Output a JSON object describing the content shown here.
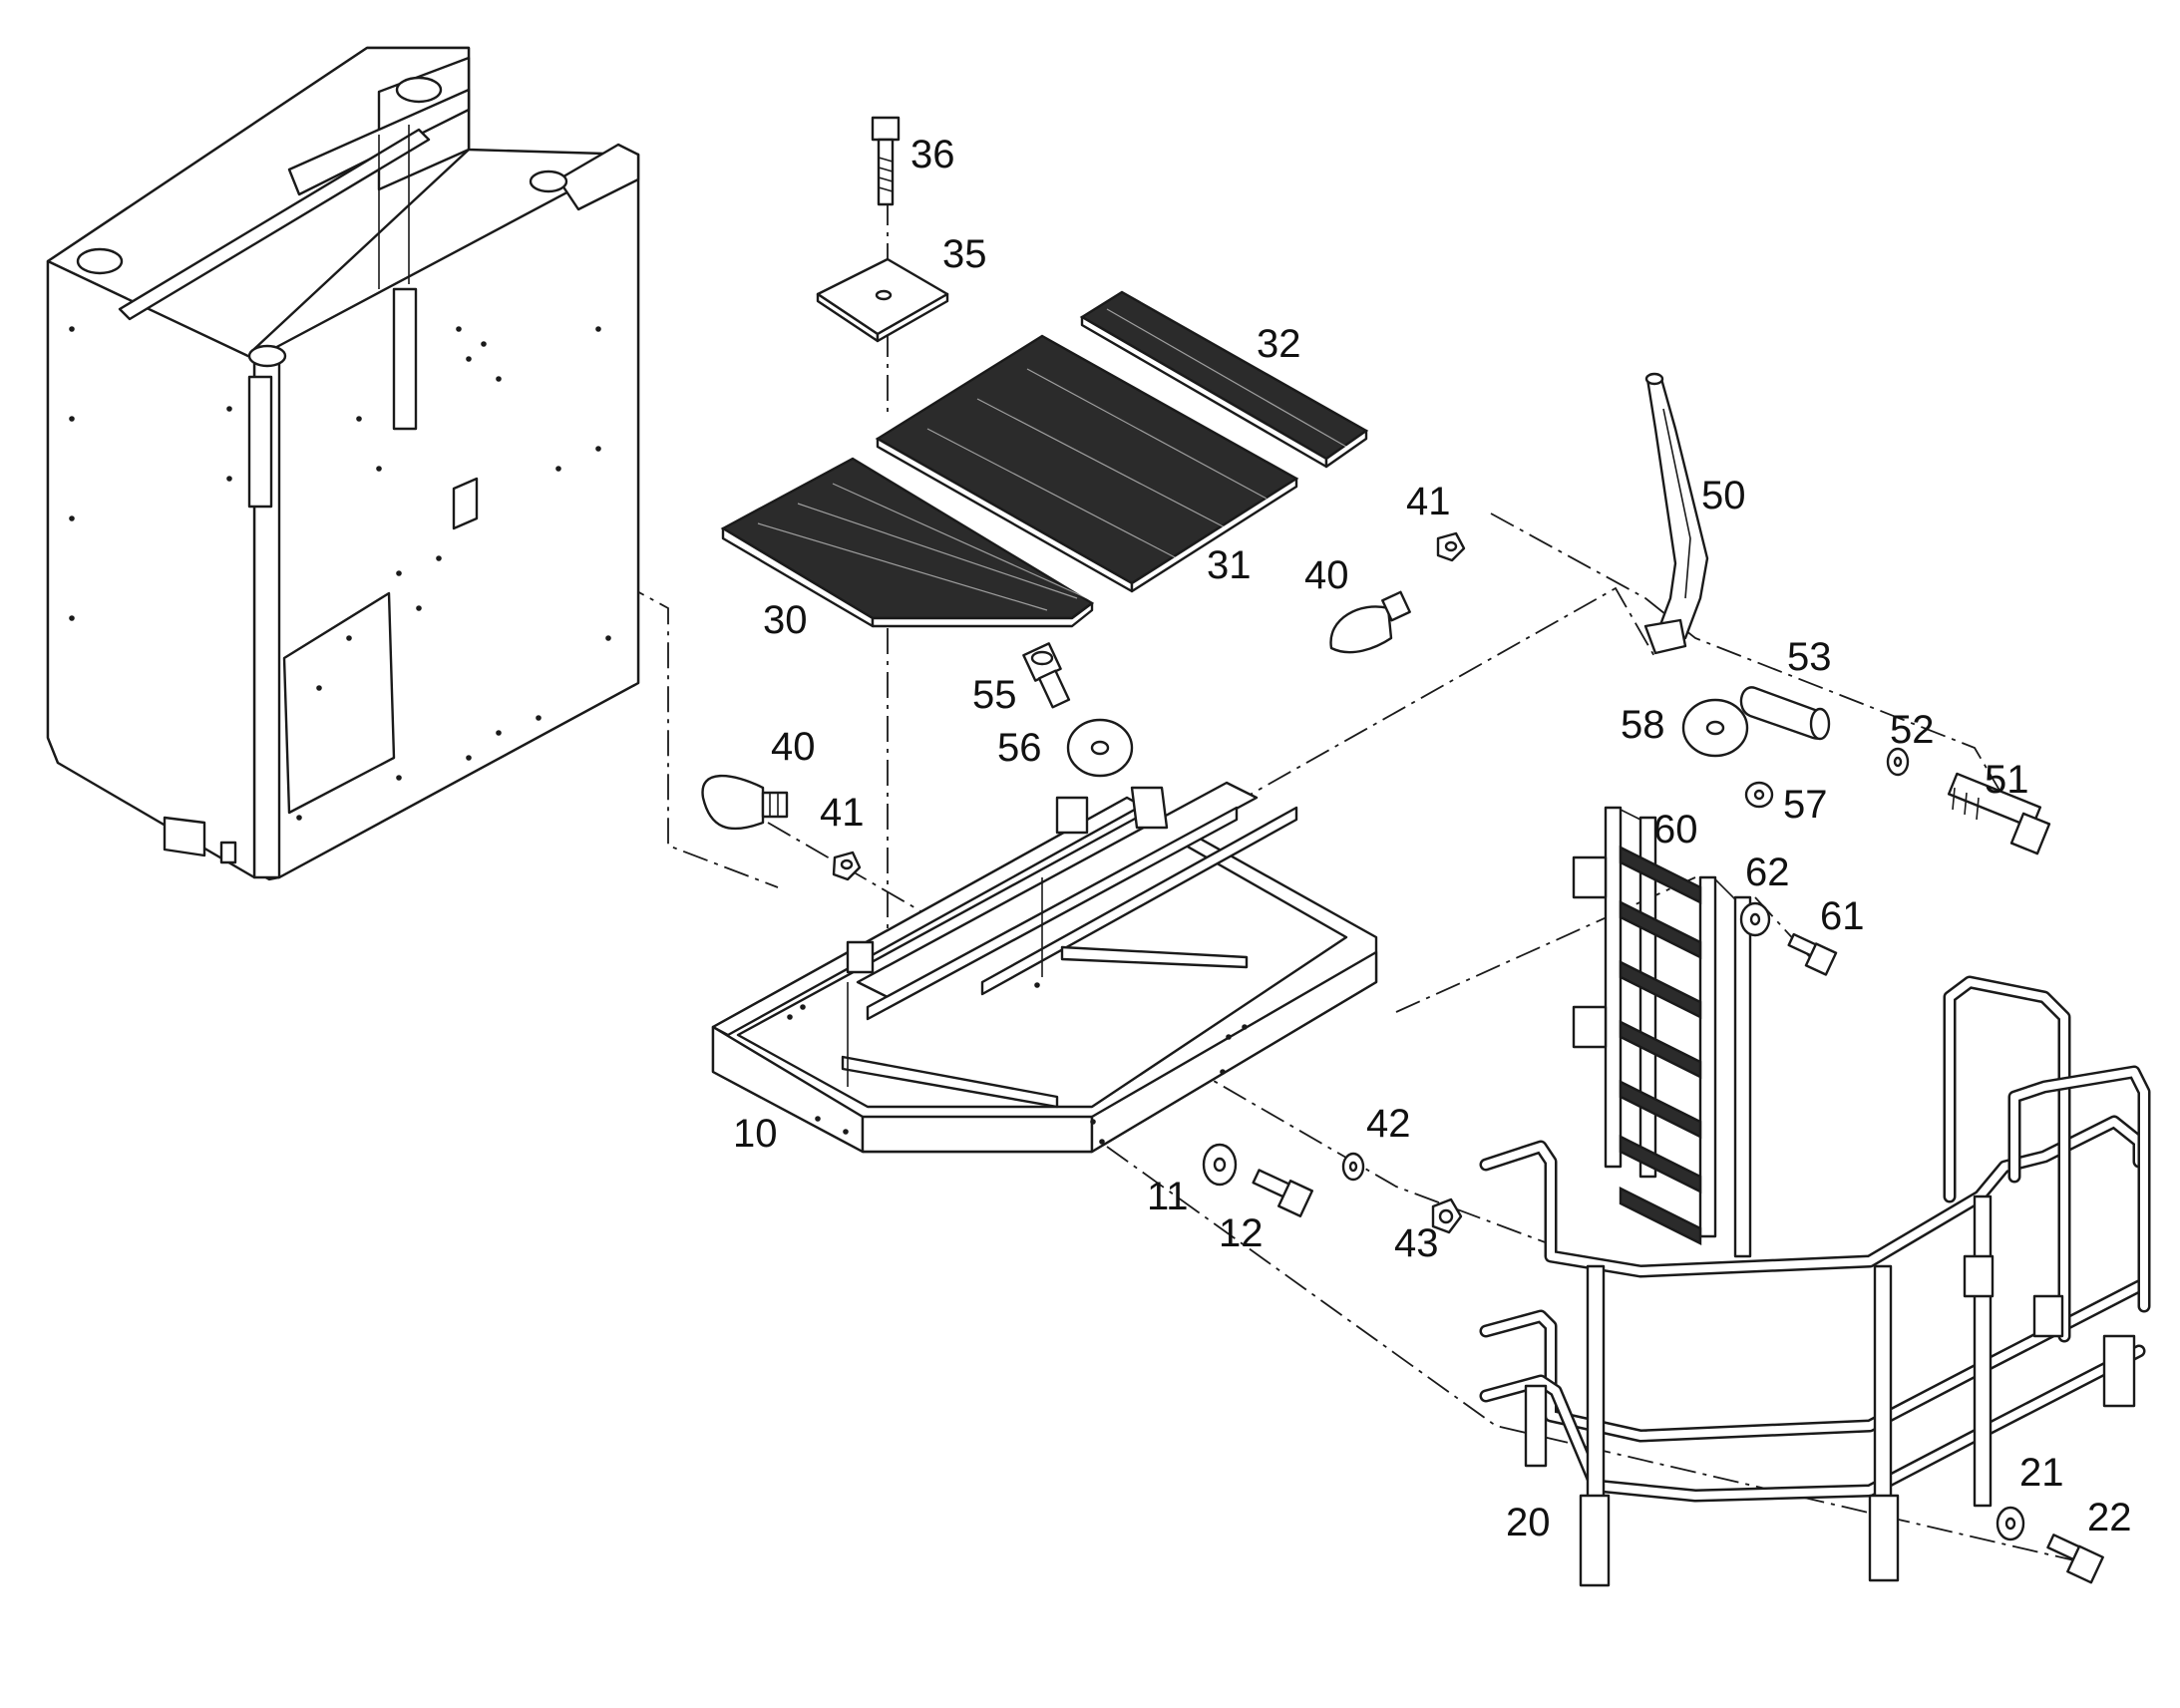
{
  "callouts": {
    "c10": "10",
    "c11": "11",
    "c12": "12",
    "c20": "20",
    "c21": "21",
    "c22": "22",
    "c30": "30",
    "c31": "31",
    "c32": "32",
    "c35": "35",
    "c36": "36",
    "c40a": "40",
    "c40b": "40",
    "c41a": "41",
    "c41b": "41",
    "c42": "42",
    "c43": "43",
    "c50": "50",
    "c51": "51",
    "c52": "52",
    "c53": "53",
    "c55": "55",
    "c56": "56",
    "c57": "57",
    "c58": "58",
    "c60": "60",
    "c61": "61",
    "c62": "62"
  },
  "colors": {
    "ink": "#1a1a1a",
    "background": "#ffffff"
  }
}
